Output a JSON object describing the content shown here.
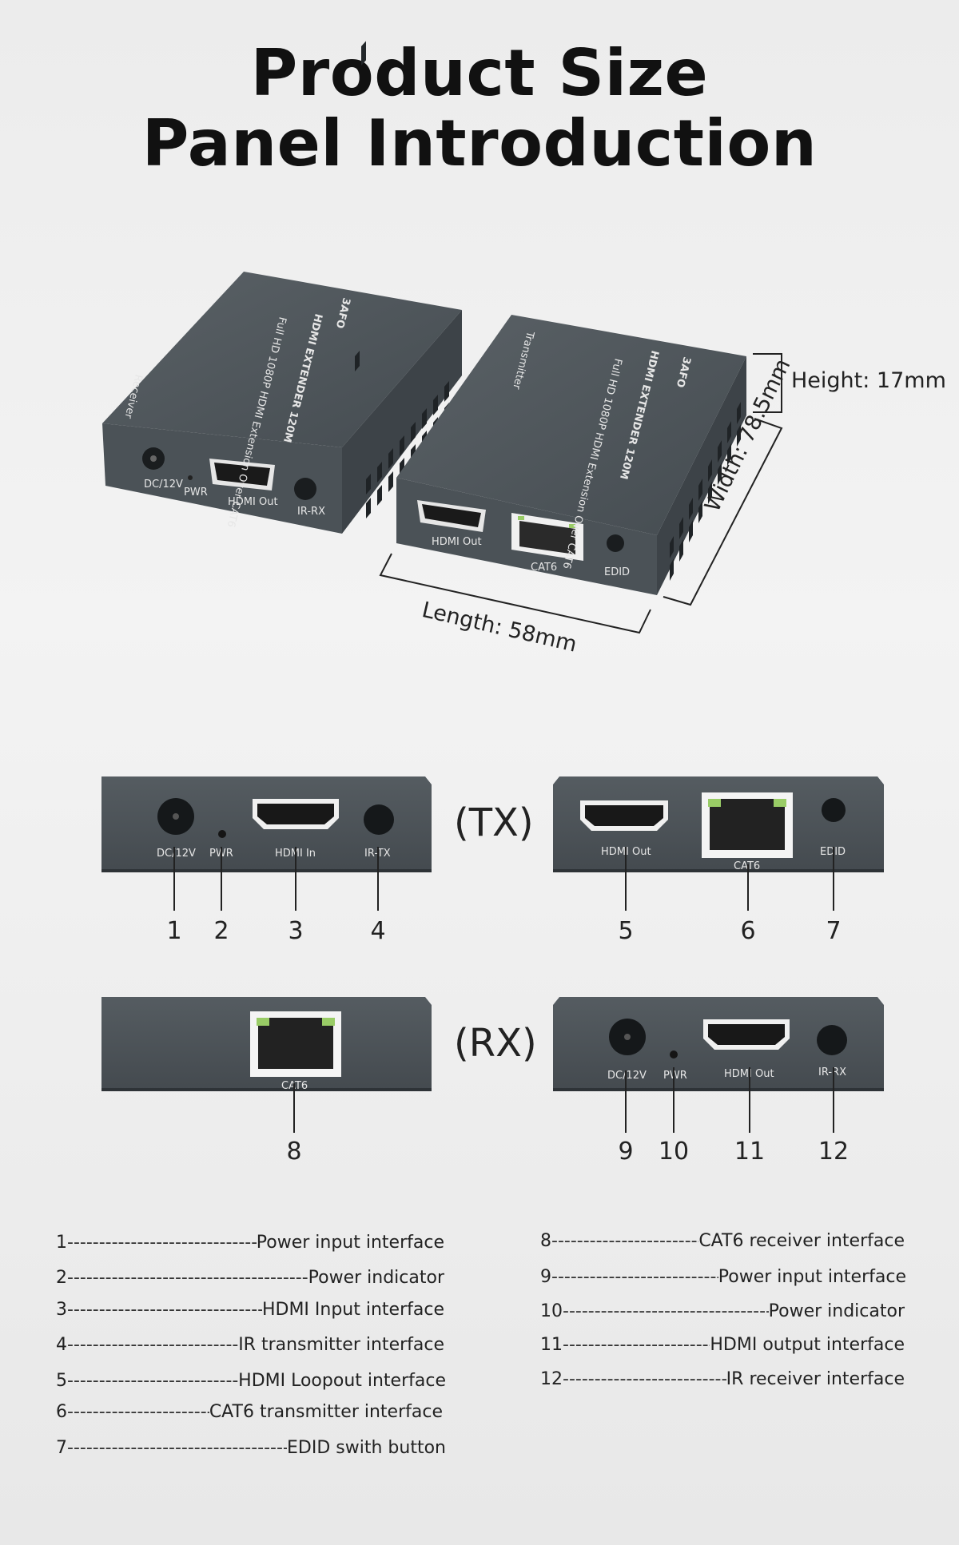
{
  "title": {
    "line1": "Product Size",
    "line2": "Panel Introduction"
  },
  "dimensions": {
    "height": "Height: 17mm",
    "width": "Width: 78.5mm",
    "length": "Length: 58mm"
  },
  "device_top": {
    "receiver": {
      "brand": "3AFO",
      "model": "HDMI EXTENDER 120M",
      "sub": "Full HD 1080P HDMI Extension Over CAT6",
      "side": "Receiver",
      "ports": [
        "DC/12V",
        "PWR",
        "HDMI Out",
        "IR-RX"
      ]
    },
    "transmitter": {
      "brand": "3AFO",
      "model": "HDMI EXTENDER 120M",
      "sub": "Full HD 1080P HDMI Extension Over CAT6",
      "side": "Transmitter",
      "ports": [
        "HDMI Out",
        "CAT6",
        "EDID"
      ]
    }
  },
  "panels": {
    "tx_label": "(TX)",
    "rx_label": "(RX)",
    "tx_front": [
      "DC/12V",
      "PWR",
      "HDMI In",
      "IR-TX"
    ],
    "tx_back": [
      "HDMI Out",
      "CAT6",
      "EDID"
    ],
    "rx_front": [
      "CAT6"
    ],
    "rx_back": [
      "DC/12V",
      "PWR",
      "HDMI Out",
      "IR-RX"
    ],
    "numbers": [
      "1",
      "2",
      "3",
      "4",
      "5",
      "6",
      "7",
      "8",
      "9",
      "10",
      "11",
      "12"
    ]
  },
  "legend_left": [
    {
      "num": "1",
      "text": "Power input interface"
    },
    {
      "num": "2",
      "text": "Power indicator"
    },
    {
      "num": "3",
      "text": "HDMI Input interface"
    },
    {
      "num": "4",
      "text": "IR transmitter interface"
    },
    {
      "num": "5",
      "text": "HDMI Loopout interface"
    },
    {
      "num": "6",
      "text": "CAT6 transmitter interface"
    },
    {
      "num": "7",
      "text": "EDID swith button"
    }
  ],
  "legend_right": [
    {
      "num": "8",
      "text": "CAT6 receiver interface"
    },
    {
      "num": "9",
      "text": "Power input interface"
    },
    {
      "num": "10",
      "text": "Power indicator"
    },
    {
      "num": "11",
      "text": "HDMI output interface"
    },
    {
      "num": "12",
      "text": "IR receiver interface"
    }
  ],
  "colors": {
    "device": "#4a5156",
    "device_dark": "#3a4045",
    "device_light": "#5c6368"
  }
}
